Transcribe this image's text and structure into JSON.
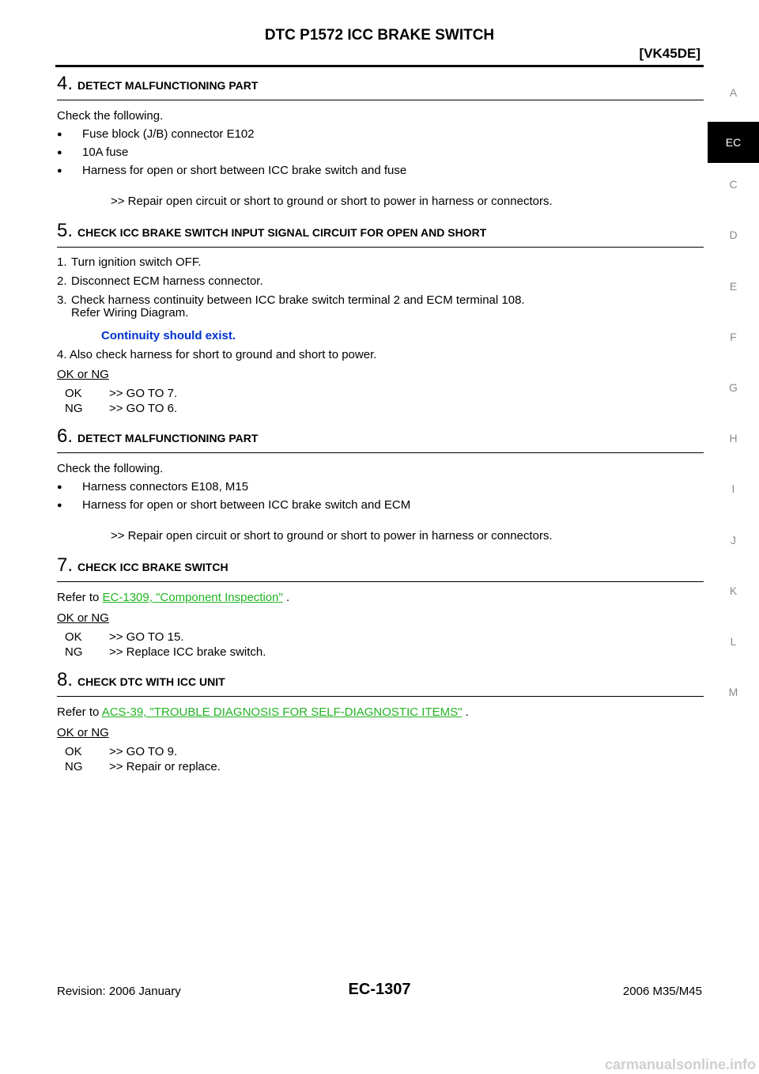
{
  "header": {
    "title": "DTC P1572 ICC BRAKE SWITCH",
    "engine": "[VK45DE]"
  },
  "steps": {
    "s4": {
      "num": "4.",
      "title": "DETECT MALFUNCTIONING PART",
      "intro": "Check the following.",
      "bullets": [
        "Fuse block (J/B) connector E102",
        "10A fuse",
        "Harness for open or short between ICC brake switch and fuse"
      ],
      "result": ">> Repair open circuit or short to ground or short to power in harness or connectors."
    },
    "s5": {
      "num": "5.",
      "title": "CHECK ICC BRAKE SWITCH INPUT SIGNAL CIRCUIT FOR OPEN AND SHORT",
      "items": [
        "1.",
        "Turn ignition switch OFF.",
        "2.",
        "Disconnect ECM harness connector.",
        "3.",
        "Check harness continuity between ICC brake switch terminal 2 and ECM terminal 108.",
        "Refer Wiring Diagram."
      ],
      "spec": "Continuity should exist.",
      "item4": "4. Also check harness for short to ground and short to power.",
      "okng": "OK or NG",
      "ok": [
        "OK",
        ">> GO TO 7."
      ],
      "ng": [
        "NG",
        ">> GO TO 6."
      ]
    },
    "s6": {
      "num": "6.",
      "title": "DETECT MALFUNCTIONING PART",
      "intro": "Check the following.",
      "bullets": [
        "Harness connectors E108, M15",
        "Harness for open or short between ICC brake switch and ECM"
      ],
      "result": ">> Repair open circuit or short to ground or short to power in harness or connectors."
    },
    "s7": {
      "num": "7.",
      "title": "CHECK ICC BRAKE SWITCH",
      "refer": "Refer to",
      "link": "EC-1309, \"Component Inspection\"",
      "tail": ".",
      "okng": "OK or NG",
      "ok": [
        "OK",
        ">> GO TO 15."
      ],
      "ng": [
        "NG",
        ">> Replace ICC brake switch."
      ]
    },
    "s8": {
      "num": "8.",
      "title": "CHECK DTC WITH ICC UNIT",
      "refer": "Refer to",
      "link": "ACS-39, \"TROUBLE DIAGNOSIS FOR SELF-DIAGNOSTIC ITEMS\"",
      "tail": ".",
      "okng": "OK or NG",
      "ok": [
        "OK",
        ">> GO TO 9."
      ],
      "ng": [
        "NG",
        ">> Repair or replace."
      ]
    }
  },
  "tabs": [
    "A",
    "EC",
    "C",
    "D",
    "E",
    "F",
    "G",
    "H",
    "I",
    "J",
    "K",
    "L",
    "M"
  ],
  "footer": {
    "revision": "Revision: 2006 January",
    "page": "EC-1307",
    "model": "2006 M35/M45"
  },
  "watermark": "carmanualsonline.info",
  "colors": {
    "spec": "#0033cc",
    "link": "#22b422",
    "tab_active": "#000000"
  }
}
